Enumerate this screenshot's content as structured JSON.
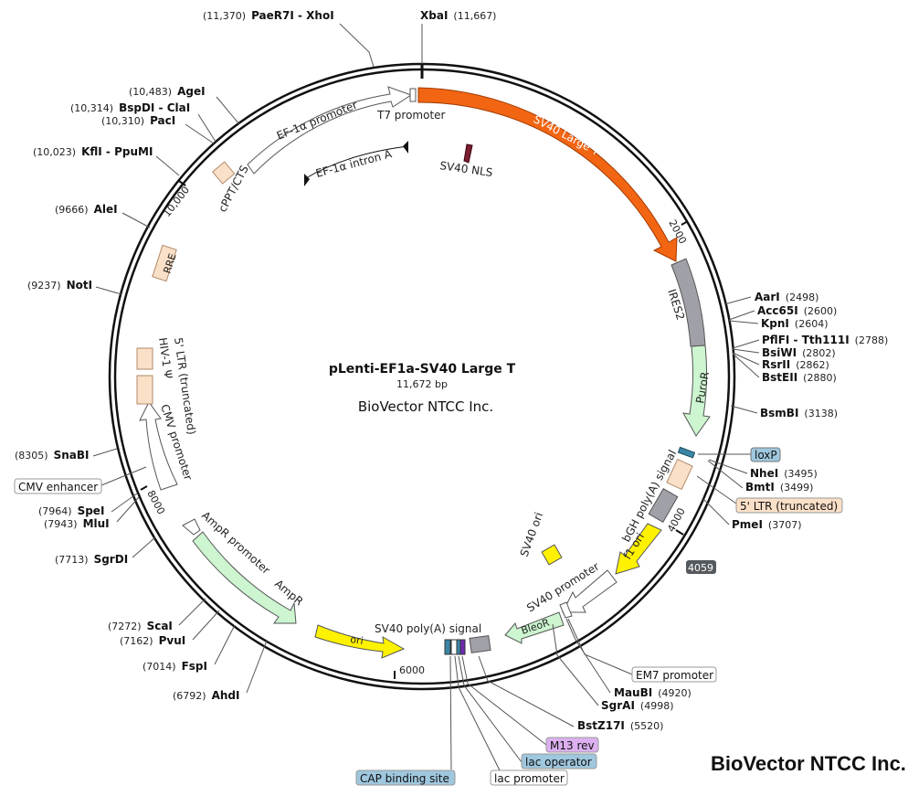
{
  "plasmid": {
    "name": "pLenti-EF1a-SV40 Large T",
    "size": "11,672 bp",
    "company": "BioVector NTCC Inc."
  },
  "watermark": "BioVector NTCC Inc.",
  "tick_labels": [
    "2000",
    "4000",
    "6000",
    "8000",
    "10,000"
  ],
  "position_badge": "4059",
  "enzymes": [
    {
      "pos": "(11,370)",
      "name": "PaeR7I - XhoI"
    },
    {
      "pos": "(11,667)",
      "name": "XbaI"
    },
    {
      "pos": "(10,483)",
      "name": "AgeI"
    },
    {
      "pos": "(10,314)",
      "name": "BspDI - ClaI"
    },
    {
      "pos": "(10,310)",
      "name": "PacI"
    },
    {
      "pos": "(10,023)",
      "name": "KflI - PpuMI"
    },
    {
      "pos": "(9666)",
      "name": "AleI"
    },
    {
      "pos": "(9237)",
      "name": "NotI"
    },
    {
      "pos": "(8305)",
      "name": "SnaBI"
    },
    {
      "pos": "(7964)",
      "name": "SpeI"
    },
    {
      "pos": "(7943)",
      "name": "MluI"
    },
    {
      "pos": "(7713)",
      "name": "SgrDI"
    },
    {
      "pos": "(7272)",
      "name": "ScaI"
    },
    {
      "pos": "(7162)",
      "name": "PvuI"
    },
    {
      "pos": "(7014)",
      "name": "FspI"
    },
    {
      "pos": "(6792)",
      "name": "AhdI"
    },
    {
      "pos": "(2498)",
      "name": "AarI"
    },
    {
      "pos": "(2600)",
      "name": "Acc65I"
    },
    {
      "pos": "(2604)",
      "name": "KpnI"
    },
    {
      "pos": "(2788)",
      "name": "PflFI - Tth111I"
    },
    {
      "pos": "(2802)",
      "name": "BsiWI"
    },
    {
      "pos": "(2862)",
      "name": "RsrII"
    },
    {
      "pos": "(2880)",
      "name": "BstEII"
    },
    {
      "pos": "(3138)",
      "name": "BsmBI"
    },
    {
      "pos": "(3495)",
      "name": "NheI"
    },
    {
      "pos": "(3499)",
      "name": "BmtI"
    },
    {
      "pos": "(3707)",
      "name": "PmeI"
    },
    {
      "pos": "(4920)",
      "name": "MauBI"
    },
    {
      "pos": "(4998)",
      "name": "SgrAI"
    },
    {
      "pos": "(5520)",
      "name": "BstZ17I"
    }
  ],
  "boxed_labels": [
    {
      "text": "loxP",
      "color": "#9fc7de"
    },
    {
      "text": "5' LTR (truncated)",
      "color": "#fbe0c8"
    },
    {
      "text": "CMV enhancer",
      "color": "#ffffff"
    },
    {
      "text": "EM7 promoter",
      "color": "#ffffff"
    },
    {
      "text": "M13 rev",
      "color": "#dcb0f0"
    },
    {
      "text": "lac operator",
      "color": "#9fc7de"
    },
    {
      "text": "lac promoter",
      "color": "#ffffff"
    },
    {
      "text": "CAP binding site",
      "color": "#9fc7de"
    }
  ],
  "features": [
    {
      "text": "EF-1α promoter",
      "color": "#ffffff"
    },
    {
      "text": "T7 promoter",
      "color": "#ffffff"
    },
    {
      "text": "SV40 Large T",
      "color": "#f26513"
    },
    {
      "text": "EF-1α intron A",
      "color": "#000000"
    },
    {
      "text": "SV40 NLS",
      "color": "#7b1f2e"
    },
    {
      "text": "cPPT/CTS",
      "color": "#fbe0c8"
    },
    {
      "text": "RRE",
      "color": "#fbe0c8"
    },
    {
      "text": "IRES2",
      "color": "#a0a0a8"
    },
    {
      "text": "PuroR",
      "color": "#ccf5d0"
    },
    {
      "text": "bGH poly(A) signal",
      "color": "#a0a0a8"
    },
    {
      "text": "f1 ori",
      "color": "#fff200"
    },
    {
      "text": "SV40 ori",
      "color": "#fff200"
    },
    {
      "text": "SV40 promoter",
      "color": "#ffffff"
    },
    {
      "text": "BleoR",
      "color": "#ccf5d0"
    },
    {
      "text": "SV40 poly(A) signal",
      "color": "#a0a0a8"
    },
    {
      "text": "ori",
      "color": "#fff200"
    },
    {
      "text": "AmpR",
      "color": "#ccf5d0"
    },
    {
      "text": "AmpR promoter",
      "color": "#ffffff"
    },
    {
      "text": "CMV promoter",
      "color": "#ffffff"
    },
    {
      "text": "5' LTR (truncated)",
      "color": "#fbe0c8"
    },
    {
      "text": "HIV-1 Ψ",
      "color": "#fbe0c8"
    }
  ]
}
